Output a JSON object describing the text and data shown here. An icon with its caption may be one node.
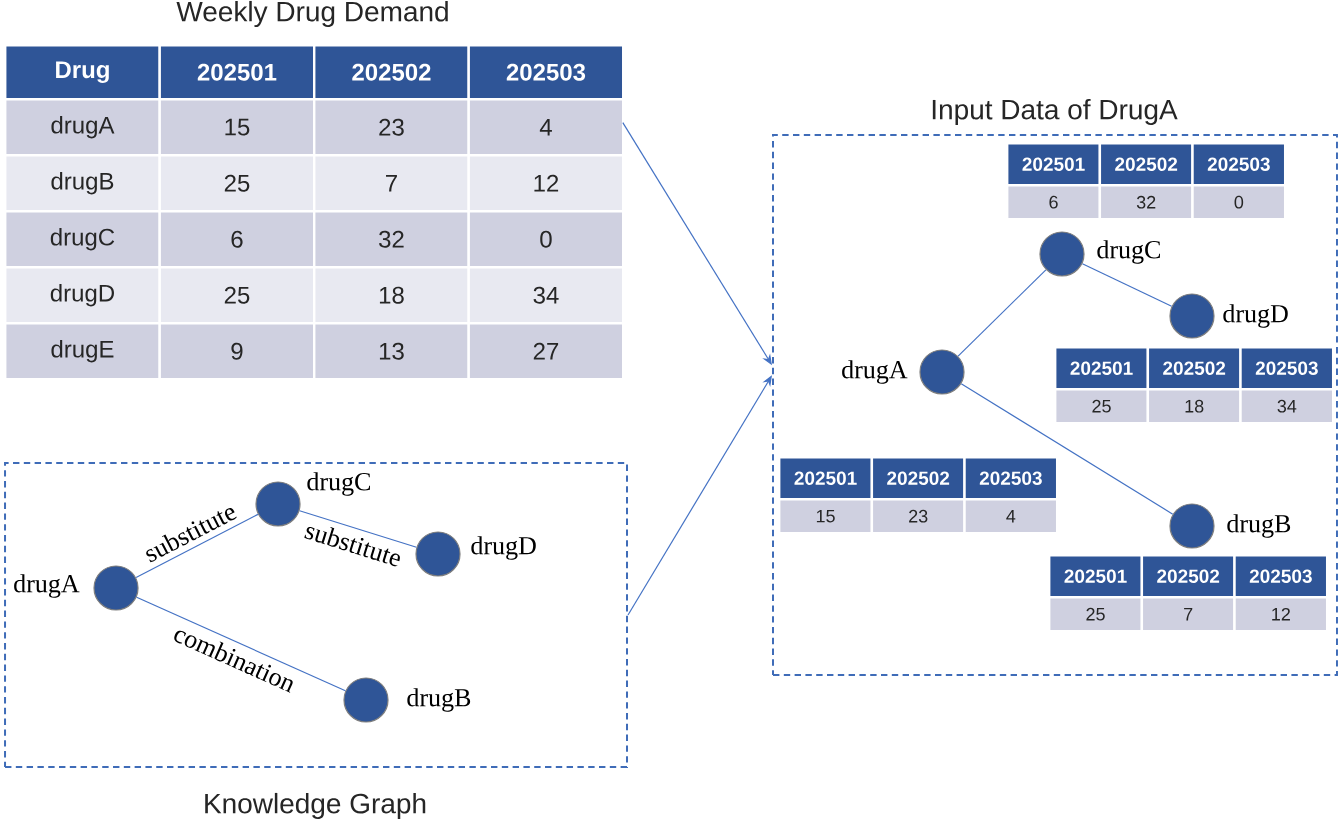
{
  "diagram": {
    "nodes": [
      {
        "text": [
          "Weekly Drug Demand",
          "Drug",
          "202501",
          "202502",
          "202503",
          "drugA",
          "15",
          "23",
          "4",
          "drugB",
          "25",
          "7",
          "12",
          "drugC",
          "6",
          "32",
          "0",
          "drugD",
          "25",
          "18",
          "34",
          "drugE",
          "9",
          "13",
          "27"
        ]
      },
      {
        "text": [
          "Knowledge Graph"
        ]
      },
      {
        "text": [],
        "shape": "circle",
        "beside": [
          "drugA"
        ],
        "in": 1
      },
      {
        "text": [],
        "shape": "circle",
        "beside": [
          "drugC"
        ],
        "in": 1
      },
      {
        "text": [],
        "shape": "circle",
        "beside": [
          "drugD"
        ],
        "in": 1
      },
      {
        "text": [],
        "shape": "circle",
        "beside": [
          "drugB"
        ],
        "in": 1
      },
      {
        "text": [
          "Input Data of DrugA"
        ]
      },
      {
        "text": [
          "202501",
          "202502",
          "202503",
          "6",
          "32",
          "0"
        ],
        "in": 6
      },
      {
        "text": [],
        "shape": "circle",
        "beside": [
          "drugC"
        ],
        "in": 6
      },
      {
        "text": [],
        "shape": "circle",
        "beside": [
          "drugD"
        ],
        "in": 6
      },
      {
        "text": [
          "202501",
          "202502",
          "202503",
          "25",
          "18",
          "34"
        ],
        "in": 6
      },
      {
        "text": [],
        "shape": "circle",
        "beside": [
          "drugA"
        ],
        "in": 6
      },
      {
        "text": [
          "202501",
          "202502",
          "202503",
          "15",
          "23",
          "4"
        ],
        "in": 6
      },
      {
        "text": [],
        "shape": "circle",
        "beside": [
          "drugB"
        ],
        "in": 6
      },
      {
        "text": [
          "202501",
          "202502",
          "202503",
          "25",
          "7",
          "12"
        ],
        "in": 6
      }
    ],
    "edges": [
      {
        "from": 0,
        "to": 6,
        "arrow": "to"
      },
      {
        "from": 2,
        "to": 3,
        "arrow": "none",
        "label": "substitute"
      },
      {
        "from": 3,
        "to": 4,
        "arrow": "none",
        "label": "substitute"
      },
      {
        "from": 2,
        "to": 5,
        "arrow": "none",
        "label": "combination"
      },
      {
        "from": 1,
        "to": 6,
        "arrow": "to"
      },
      {
        "from": 11,
        "to": 8,
        "arrow": "none"
      },
      {
        "from": 8,
        "to": 9,
        "arrow": "none"
      },
      {
        "from": 11,
        "to": 13,
        "arrow": "none"
      }
    ]
  }
}
